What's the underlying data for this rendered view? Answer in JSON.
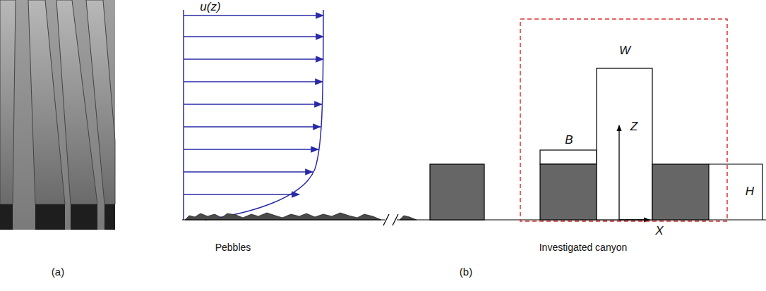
{
  "diagram": {
    "labels": [
      "u(z)",
      "W",
      "B",
      "Z",
      "X",
      "H",
      "Pebbles",
      "Investigated canyon",
      "(a)",
      "(b)"
    ]
  }
}
